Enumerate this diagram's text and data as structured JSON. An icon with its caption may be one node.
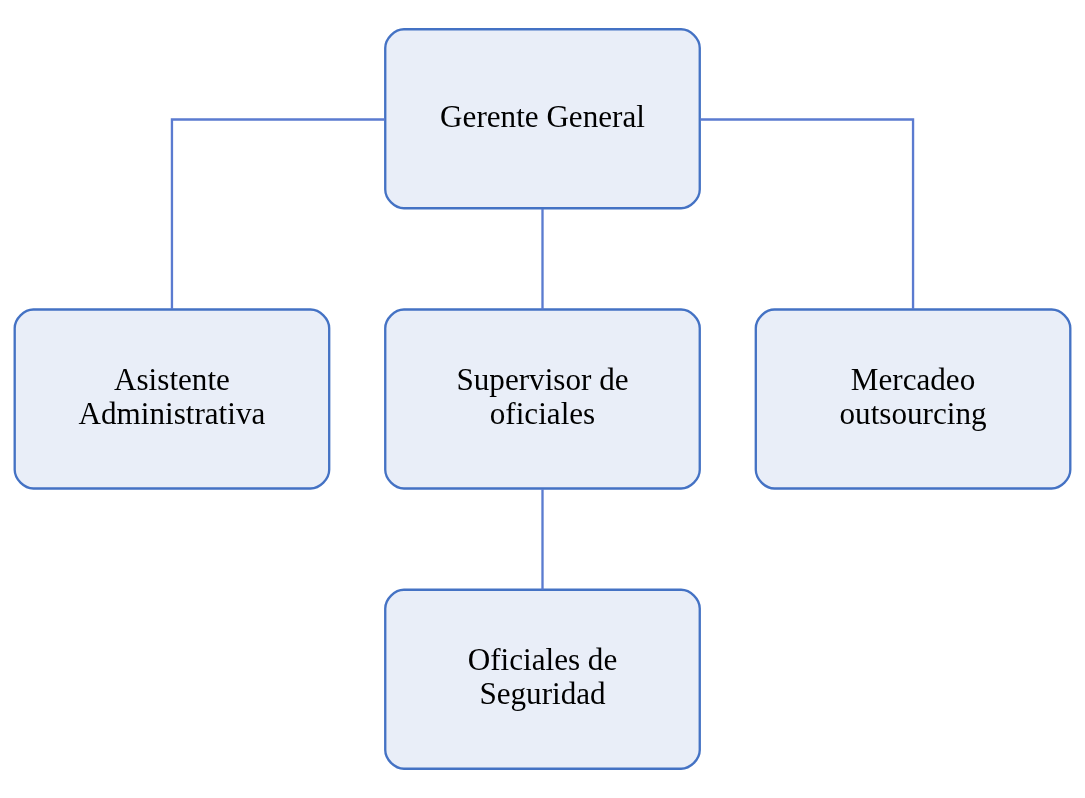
{
  "diagram": {
    "nodes": [
      {
        "text": [
          "Gerente General"
        ]
      },
      {
        "text": [
          "Asistente Administrativa"
        ]
      },
      {
        "text": [
          "Supervisor de oficiales"
        ]
      },
      {
        "text": [
          "Mercadeo outsourcing"
        ]
      },
      {
        "text": [
          "Oficiales de Seguridad"
        ]
      }
    ],
    "edges": [
      {
        "from": 0,
        "to": 1,
        "arrow": "none"
      },
      {
        "from": 0,
        "to": 2,
        "arrow": "none"
      },
      {
        "from": 0,
        "to": 3,
        "arrow": "none"
      },
      {
        "from": 2,
        "to": 4,
        "arrow": "none"
      }
    ]
  }
}
